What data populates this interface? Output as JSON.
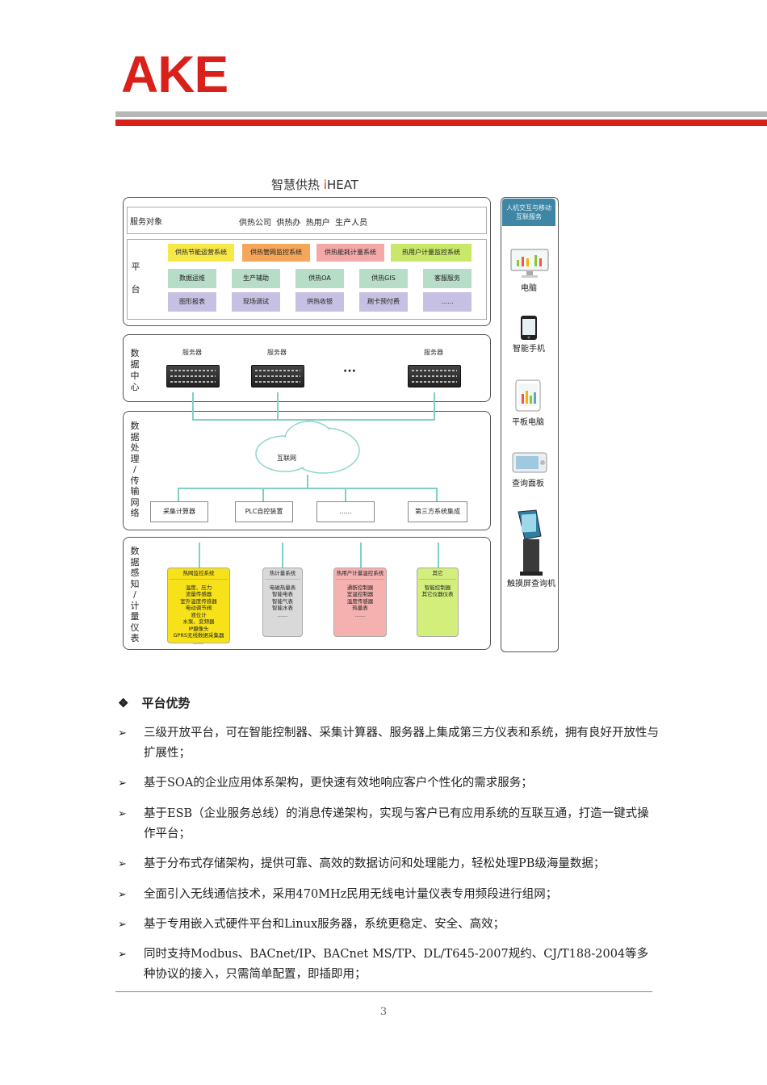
{
  "header": {
    "logo_text": "AKE"
  },
  "diagram": {
    "title_prefix": "智慧供热 ",
    "title_accent": "i",
    "title_suffix": "HEAT",
    "service": {
      "label": "服务对象",
      "targets": "供热公司  供热办  热用户  生产人员"
    },
    "platform": {
      "label_chars": [
        "平",
        "台"
      ],
      "row1": [
        {
          "text": "供热节能运营系统",
          "color": "#f7e84a"
        },
        {
          "text": "供热管网监控系统",
          "color": "#f5a65a"
        },
        {
          "text": "供热能耗计量系统",
          "color": "#f4a9a8"
        },
        {
          "text": "热用户计量监控系统",
          "color": "#c9e86a"
        }
      ],
      "row2": [
        "数据运维",
        "生产辅助",
        "供热OA",
        "供热GIS",
        "客服服务"
      ],
      "row3": [
        "图形报表",
        "现场调试",
        "供热收银",
        "刷卡预付费",
        "......"
      ]
    },
    "datacenter": {
      "label_chars": [
        "数",
        "据",
        "中",
        "心"
      ],
      "servers": [
        "服务器",
        "服务器",
        "服务器"
      ],
      "ellipsis": "···"
    },
    "network": {
      "label_chars": [
        "数",
        "据",
        "处",
        "理",
        "/",
        "传",
        "输",
        "网",
        "络"
      ],
      "cloud": "互联网",
      "nodes": [
        "采集计算器",
        "PLC自控装置",
        "......",
        "第三方系统集成"
      ]
    },
    "sensing": {
      "label_chars": [
        "数",
        "据",
        "感",
        "知",
        "/",
        "计",
        "量",
        "仪",
        "表"
      ],
      "groups": [
        {
          "title": "热网监控系统",
          "items": [
            "温度、压力",
            "流量传感器",
            "室外温度传感器",
            "电动调节阀",
            "液位计",
            "水泵、变频器",
            "IP摄像头",
            "GPRS无线数据采集器",
            "......"
          ],
          "color": "#f7e21a"
        },
        {
          "title": "热计量系统",
          "items": [
            "电磁热量表",
            "智能电表",
            "智能气表",
            "智能水表",
            "......"
          ],
          "color": "#d9d9d9"
        },
        {
          "title": "热用户计量温控系统",
          "items": [
            "通断控制器",
            "室温控制器",
            "温度传感器",
            "热量表",
            "......"
          ],
          "color": "#f4b1b0"
        },
        {
          "title": "其它",
          "items": [
            "智能控制器",
            "其它仪器仪表"
          ],
          "color": "#d3ee7a"
        }
      ]
    },
    "devices": {
      "header": [
        "人机交互与移动",
        "互联服务"
      ],
      "items": [
        "电脑",
        "智能手机",
        "平板电脑",
        "查询面板",
        "触摸屏查询机"
      ]
    }
  },
  "content": {
    "section_mark": "❖",
    "section_title": "平台优势",
    "bullet_mark": "➢",
    "bullets": [
      "三级开放平台，可在智能控制器、采集计算器、服务器上集成第三方仪表和系统，拥有良好开放性与扩展性；",
      "基于SOA的企业应用体系架构，更快速有效地响应客户个性化的需求服务；",
      "基于ESB（企业服务总线）的消息传递架构，实现与客户已有应用系统的互联互通，打造一键式操作平台；",
      "基于分布式存储架构，提供可靠、高效的数据访问和处理能力，轻松处理PB级海量数据；",
      "全面引入无线通信技术，采用470MHz民用无线电计量仪表专用频段进行组网；",
      "基于专用嵌入式硬件平台和Linux服务器，系统更稳定、安全、高效；",
      "同时支持Modbus、BACnet/IP、BACnet MS/TP、DL/T645-2007规约、CJ/T188-2004等多种协议的接入，只需简单配置，即插即用；"
    ]
  },
  "footer": {
    "page_number": "3"
  }
}
